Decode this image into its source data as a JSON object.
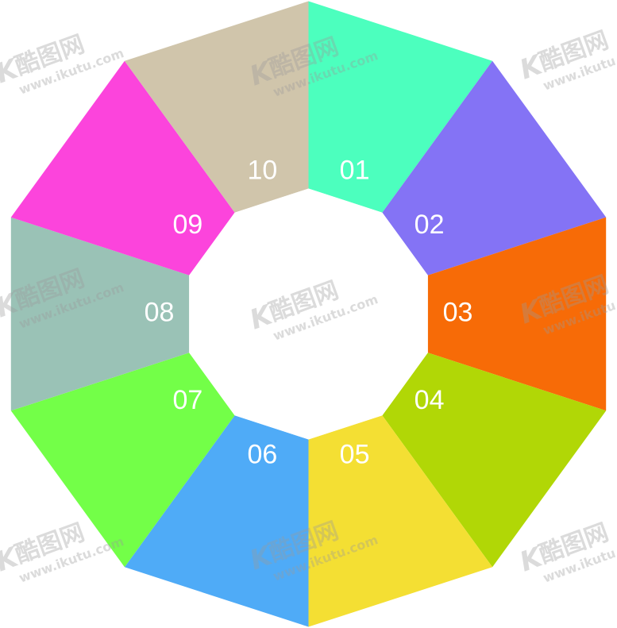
{
  "diagram": {
    "segments": [
      {
        "label": "01",
        "color": "#4cffbe"
      },
      {
        "label": "02",
        "color": "#8473f5"
      },
      {
        "label": "03",
        "color": "#f76b07"
      },
      {
        "label": "04",
        "color": "#b1d706"
      },
      {
        "label": "05",
        "color": "#f4df33"
      },
      {
        "label": "06",
        "color": "#4fabf7"
      },
      {
        "label": "07",
        "color": "#73ff48"
      },
      {
        "label": "08",
        "color": "#9ac2b6"
      },
      {
        "label": "09",
        "color": "#fc44dc"
      },
      {
        "label": "10",
        "color": "#d0c5ab"
      }
    ],
    "center_color": "#ffffff"
  },
  "watermark": {
    "brand_cn": "酷图网",
    "url": "www.ikutu.com",
    "logo_letter": "K"
  }
}
